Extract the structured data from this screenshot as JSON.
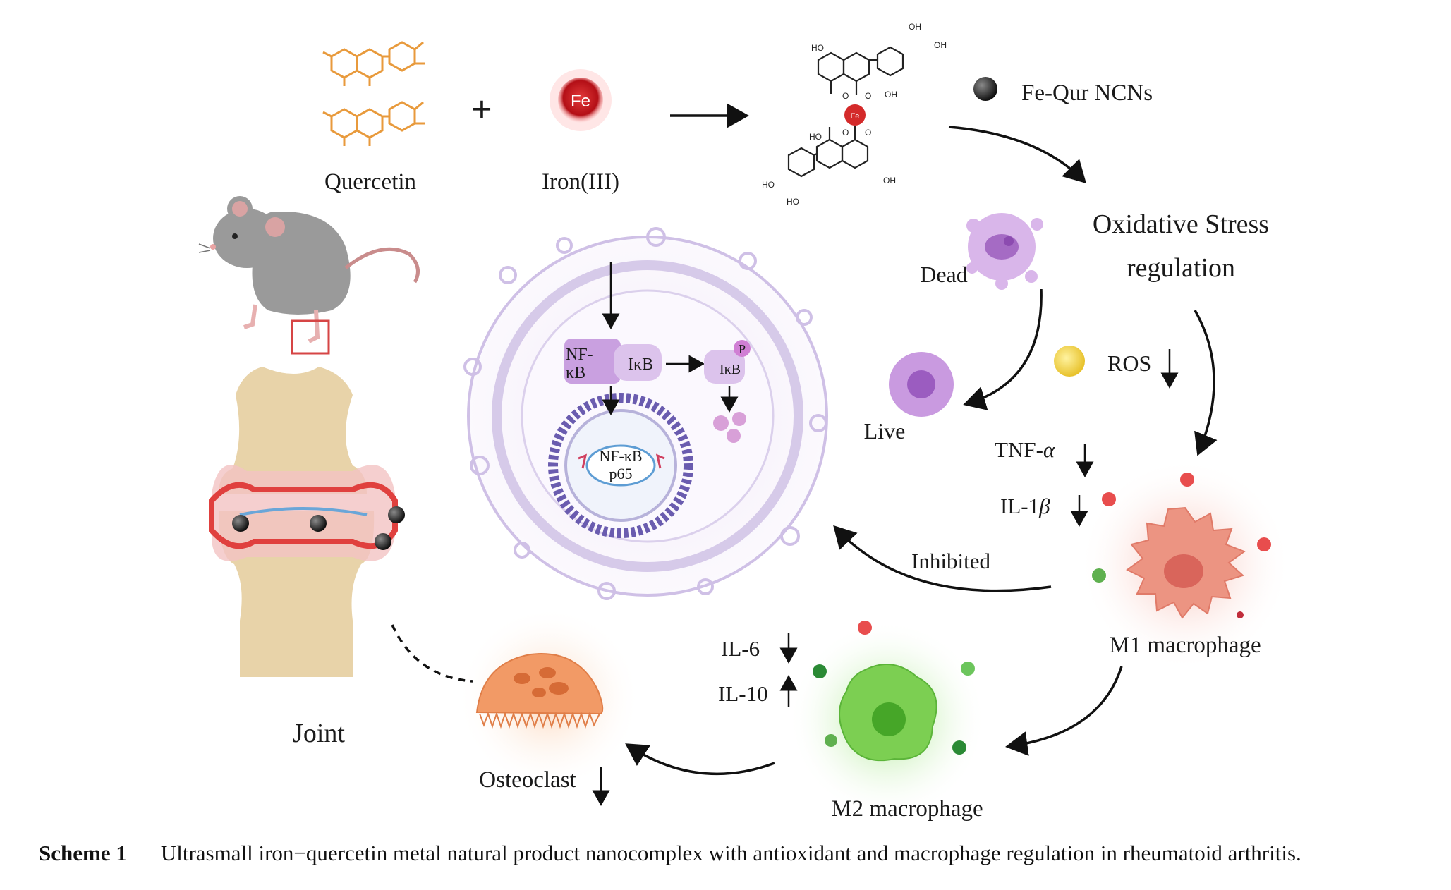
{
  "inputs": {
    "quercetin": "Quercetin",
    "iron": "Iron(III)",
    "fe_symbol": "Fe",
    "plus": "+"
  },
  "product": {
    "legend": "Fe-Qur NCNs",
    "center_symbol": "Fe",
    "substituents": [
      "HO",
      "OH",
      "OH",
      "OH",
      "O",
      "O",
      "O",
      "O",
      "HO",
      "HO",
      "HO",
      "OH"
    ]
  },
  "oxidative": {
    "line1": "Oxidative Stress",
    "line2": "regulation"
  },
  "cells": {
    "dead": "Dead",
    "live": "Live",
    "ros": "ROS",
    "ros_arrow": "↓"
  },
  "cytokines": {
    "tnf": "TNF-",
    "tnf_greek": "α",
    "il1": "IL-1",
    "il1_greek": "β",
    "il6": "IL-6",
    "il10": "IL-10",
    "down": "↓",
    "up": "↑"
  },
  "pathway": {
    "nfkb_1": "NF-",
    "nfkb_2": "κB",
    "ikb": "IκB",
    "ikb_p": "IκB",
    "phospho": "P",
    "nucleus_1": "NF-κB",
    "nucleus_2": "p65",
    "inhibited": "Inhibited"
  },
  "macrophages": {
    "m1": "M1 macrophage",
    "m2": "M2 macrophage"
  },
  "bone": {
    "joint": "Joint",
    "osteoclast": "Osteoclast",
    "osteo_arrow": "↓"
  },
  "caption": {
    "label": "Scheme 1",
    "text": "Ultrasmall iron−quercetin metal natural product nanocomplex with antioxidant and macrophage regulation in rheumatoid arthritis."
  },
  "colors": {
    "quercetin": "#e89a3c",
    "iron": "#c0161b",
    "m1": "#e9806f",
    "m2": "#5bbf3a",
    "osteoclast": "#f3a271",
    "cell_purple": "#b98ad9",
    "bone": "#e8d3a9",
    "inflammation": "#e0403e"
  }
}
